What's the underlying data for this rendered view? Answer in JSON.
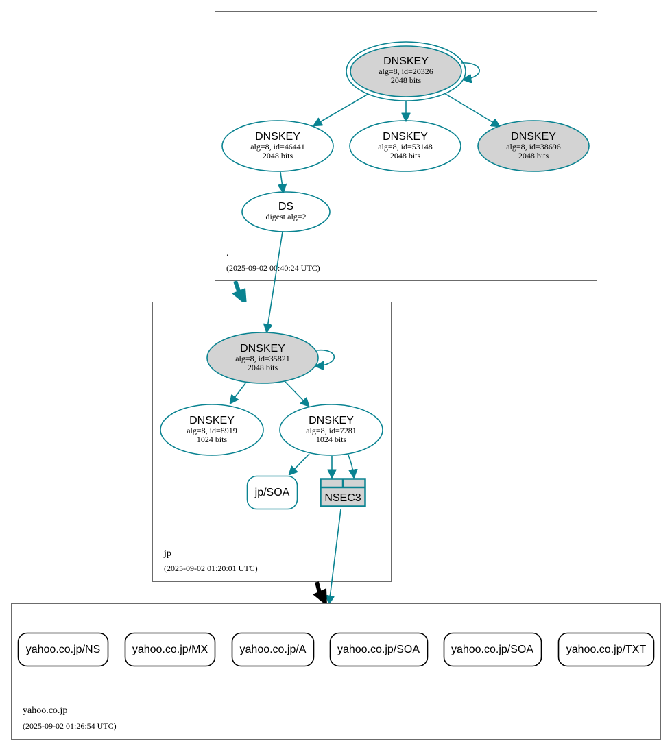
{
  "colors": {
    "accent": "#0a8391",
    "ksk_fill": "#d3d3d3",
    "zone_border": "#6b6b6b",
    "delegation_arrow": "#000000"
  },
  "zones": {
    "root": {
      "name": ".",
      "timestamp": "(2025-09-02 00:40:24 UTC)",
      "ksk": {
        "title": "DNSKEY",
        "detail": "alg=8, id=20326",
        "size": "2048 bits"
      },
      "zsk_a": {
        "title": "DNSKEY",
        "detail": "alg=8, id=46441",
        "size": "2048 bits"
      },
      "zsk_b": {
        "title": "DNSKEY",
        "detail": "alg=8, id=53148",
        "size": "2048 bits"
      },
      "ksk_b": {
        "title": "DNSKEY",
        "detail": "alg=8, id=38696",
        "size": "2048 bits"
      },
      "ds": {
        "title": "DS",
        "detail": "digest alg=2"
      }
    },
    "jp": {
      "name": "jp",
      "timestamp": "(2025-09-02 01:20:01 UTC)",
      "ksk": {
        "title": "DNSKEY",
        "detail": "alg=8, id=35821",
        "size": "2048 bits"
      },
      "zsk_a": {
        "title": "DNSKEY",
        "detail": "alg=8, id=8919",
        "size": "1024 bits"
      },
      "zsk_b": {
        "title": "DNSKEY",
        "detail": "alg=8, id=7281",
        "size": "1024 bits"
      },
      "soa": "jp/SOA",
      "nsec3": "NSEC3"
    },
    "yahoo": {
      "name": "yahoo.co.jp",
      "timestamp": "(2025-09-02 01:26:54 UTC)",
      "records": [
        "yahoo.co.jp/NS",
        "yahoo.co.jp/MX",
        "yahoo.co.jp/A",
        "yahoo.co.jp/SOA",
        "yahoo.co.jp/SOA",
        "yahoo.co.jp/TXT"
      ]
    }
  }
}
